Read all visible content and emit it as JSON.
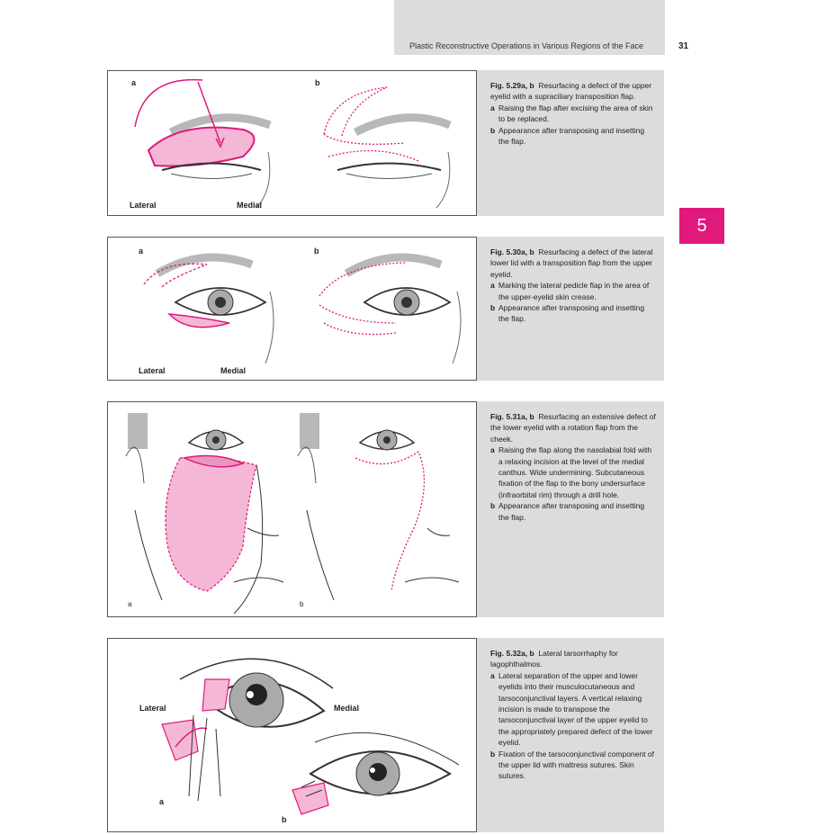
{
  "header": {
    "running_head": "Plastic Reconstructive Operations in Various Regions of the Face",
    "page_number": "31",
    "chapter_tab": "5"
  },
  "colors": {
    "accent_pink": "#e0197d",
    "flap_fill": "#f4b8d6",
    "caption_bg": "#dcdcdc"
  },
  "figures": [
    {
      "id": "5.29",
      "fig_title": "Fig. 5.29a, b",
      "title_text": "Resurfacing a defect of the upper eyelid with a supraciliary transposition flap.",
      "items": [
        {
          "label": "a",
          "text": "Raising the flap after excising the area of skin to be replaced."
        },
        {
          "label": "b",
          "text": "Appearance after transposing and insetting the flap."
        }
      ],
      "panel_a": "a",
      "panel_b": "b",
      "lateral": "Lateral",
      "medial": "Medial"
    },
    {
      "id": "5.30",
      "fig_title": "Fig. 5.30a, b",
      "title_text": "Resurfacing a defect of the lateral lower lid with a transposition flap from the upper eyelid.",
      "items": [
        {
          "label": "a",
          "text": "Marking the lateral pedicle flap in the area of the upper-eyelid skin crease."
        },
        {
          "label": "b",
          "text": "Appearance after transposing and insetting the flap."
        }
      ],
      "panel_a": "a",
      "panel_b": "b",
      "lateral": "Lateral",
      "medial": "Medial"
    },
    {
      "id": "5.31",
      "fig_title": "Fig. 5.31a, b",
      "title_text": "Resurfacing an extensive defect of the lower eyelid with a rotation flap from the cheek.",
      "items": [
        {
          "label": "a",
          "text": "Raising the flap along the nasolabial fold with a relaxing incision at the level of the medial canthus. Wide undermining. Subcutaneous fixation of the flap to the bony undersurface (infraorbital rim) through a drill hole."
        },
        {
          "label": "b",
          "text": "Appearance after transposing and insetting the flap."
        }
      ],
      "panel_a": "a",
      "panel_b": "b"
    },
    {
      "id": "5.32",
      "fig_title": "Fig. 5.32a, b",
      "title_text": "Lateral tarsorrhaphy for lagophthalmos.",
      "items": [
        {
          "label": "a",
          "text": "Lateral separation of the upper and lower eyelids into their musculocutaneous and tarsoconjunctival layers. A vertical relaxing incision is made to transpose the tarsoconjunctival layer of the upper eyelid to the appropriately prepared defect of the lower eyelid."
        },
        {
          "label": "b",
          "text": "Fixation of the tarsoconjunctival component of the upper lid with mattress sutures. Skin sutures."
        }
      ],
      "panel_a": "a",
      "panel_b": "b",
      "lateral": "Lateral",
      "medial": "Medial"
    }
  ]
}
